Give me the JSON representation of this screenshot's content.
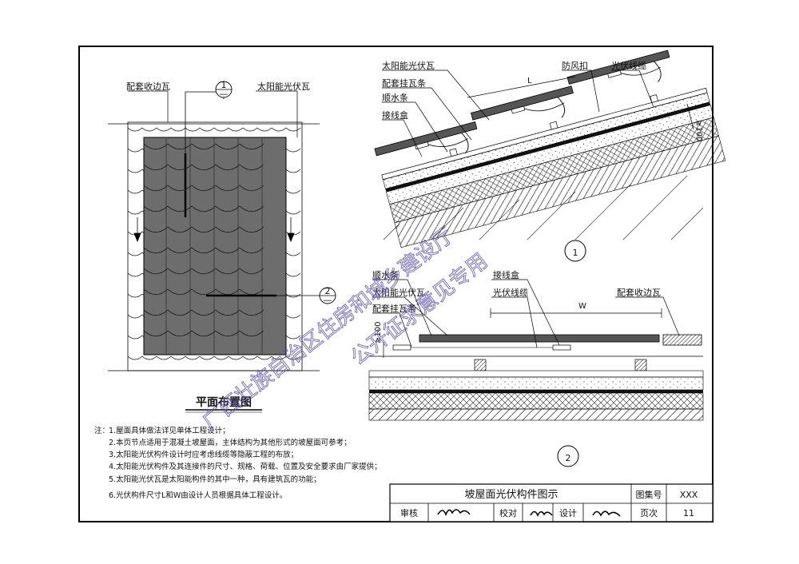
{
  "plan": {
    "title": "平面布置图",
    "label_edge_tile": "配套收边瓦",
    "label_pv_tile": "太阳能光伏瓦",
    "marker1_num": "1",
    "marker1_sub": "—",
    "marker2_num": "2",
    "marker2_sub": "—"
  },
  "section1": {
    "callout": "1",
    "label_pv_tile": "太阳能光伏瓦",
    "label_batten": "配套挂瓦条",
    "label_counter_batten": "顺水条",
    "label_junction_box": "接线盒",
    "label_wind_clip": "防风扣",
    "label_cable": "光伏线缆",
    "dim_L": "L",
    "dim_100": "≥100"
  },
  "section2": {
    "callout": "2",
    "label_counter_batten": "顺水条",
    "label_pv_tile": "太阳能光伏瓦",
    "label_batten": "配套挂瓦条",
    "label_junction_box": "接线盒",
    "label_cable": "光伏线缆",
    "label_edge_tile": "配套收边瓦",
    "dim_W": "W",
    "dim_100": "≥100"
  },
  "notes": {
    "prefix": "注：",
    "items": [
      "1.屋面具体做法详见单体工程设计；",
      "2.本页节点适用于混凝土坡屋面，主体结构为其他形式的坡屋面可参考；",
      "3.太阳能光伏构件设计时应考虑线缆等隐蔽工程的布放；",
      "4.太阳能光伏构件及其连接件的尺寸、规格、荷载、位置及安全要求由厂家提供；",
      "5.太阳能光伏瓦是太阳能构件的其中一种，具有建筑瓦的功能；",
      "6.光伏构件尺寸L和W由设计人员根据具体工程设计。"
    ]
  },
  "title_block": {
    "drawing_title": "坡屋面光伏构件图示",
    "atlas_no_label": "图集号",
    "atlas_no_value": "XXX",
    "review_label": "审核",
    "check_label": "校对",
    "design_label": "设计",
    "page_label": "页次",
    "page_value": "11"
  },
  "watermark": {
    "line1": "广西壮族自治区住房和城乡建设厅",
    "line2": "公开征求意见专用"
  },
  "colors": {
    "pv_fill": "#6d6d6d",
    "tile_dark": "#555555",
    "watermark": "#5b4fa8"
  }
}
